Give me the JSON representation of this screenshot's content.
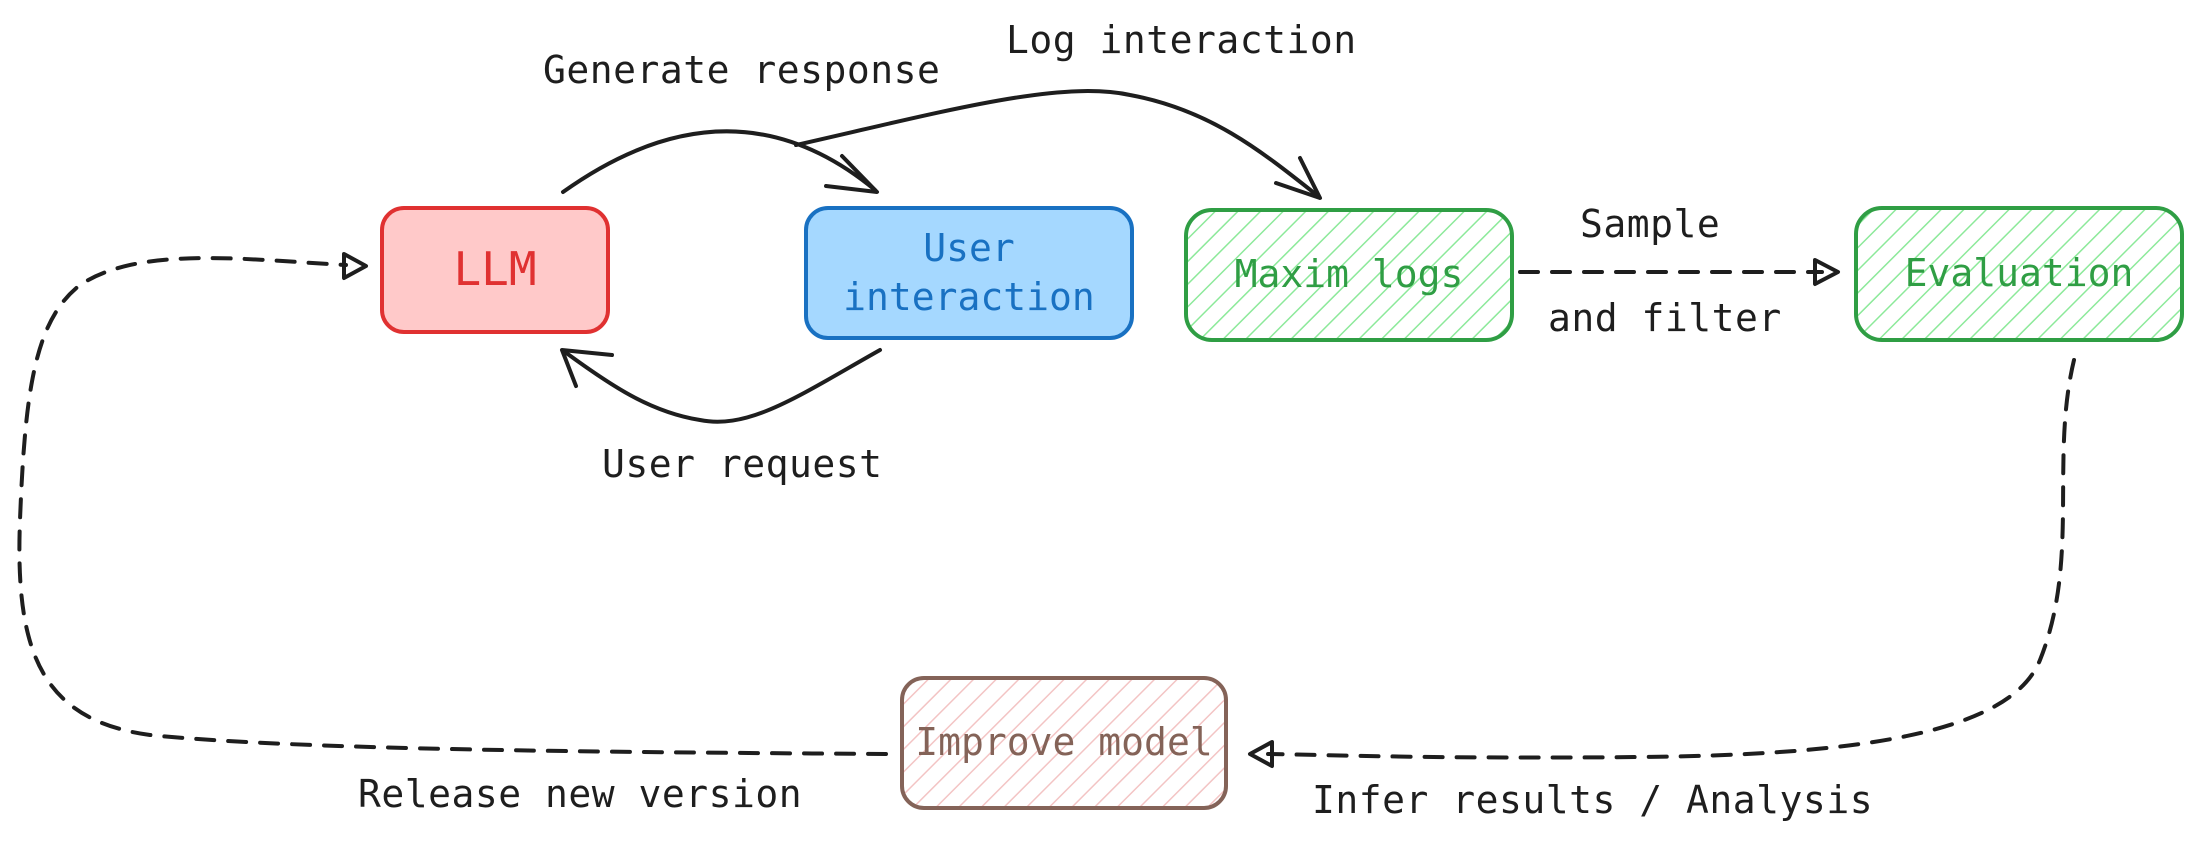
{
  "nodes": {
    "llm": {
      "label": "LLM",
      "color": "#e03131",
      "fill": "#ffc9c9"
    },
    "user_interaction": {
      "label_line1": "User",
      "label_line2": "interaction",
      "color": "#1971c2",
      "fill": "#a5d8ff"
    },
    "maxim_logs": {
      "label": "Maxim logs",
      "color": "#2f9e44",
      "fill": "#b2f2bb"
    },
    "evaluation": {
      "label": "Evaluation",
      "color": "#2f9e44",
      "fill": "#b2f2bb"
    },
    "improve_model": {
      "label": "Improve model",
      "color": "#846358",
      "fill": "#eebefa"
    }
  },
  "edges": {
    "generate_response": "Generate response",
    "log_interaction": "Log interaction",
    "user_request": "User request",
    "sample_line1": "Sample",
    "sample_line2": "and filter",
    "infer_results": "Infer results / Analysis",
    "release_new_version": "Release new version"
  }
}
